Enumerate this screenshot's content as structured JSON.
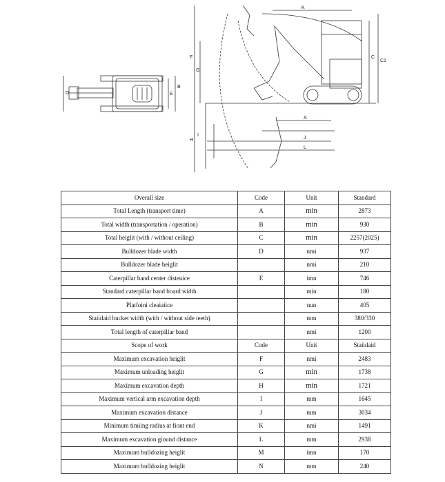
{
  "diagram": {
    "dimension_letters": [
      "K",
      "F",
      "G",
      "H",
      "I",
      "C",
      "C1",
      "A",
      "J",
      "L",
      "D",
      "B",
      "E"
    ]
  },
  "table": {
    "sections": [
      {
        "header": [
          "Overall size",
          "Code",
          "Unit",
          "Standard"
        ],
        "rows": [
          {
            "name": "Total Length (transport time)",
            "code": "A",
            "unit": "min",
            "unit_big": true,
            "value": "2873"
          },
          {
            "name": "Total width (transportation / operation)",
            "code": "B",
            "unit": "min",
            "unit_big": true,
            "value": "930"
          },
          {
            "name": "Total heiglit (with / without ceiling)",
            "code": "C",
            "unit": "min",
            "unit_big": true,
            "value": "2257(2025)"
          },
          {
            "name": "Bulldozer blade width",
            "code": "D",
            "unit": "nmi",
            "unit_big": false,
            "value": "937"
          },
          {
            "name": "Bulldozer blade heiglit",
            "code": "",
            "unit": "nmi",
            "unit_big": false,
            "value": "210"
          },
          {
            "name": "Caterpillar band center disteuice",
            "code": "E",
            "unit": "imn",
            "unit_big": false,
            "value": "746"
          },
          {
            "name": "Standard caterpillar band board width",
            "code": "",
            "unit": "min",
            "unit_big": false,
            "value": "180"
          },
          {
            "name": "Platfoini cleaiaiice",
            "code": "",
            "unit": "nun",
            "unit_big": false,
            "value": "405"
          },
          {
            "name": "Staiidaid bucket width (with / without side teeth)",
            "code": "",
            "unit": "mm",
            "unit_big": false,
            "value": "380/330"
          },
          {
            "name": "Total length of caterpillar band",
            "code": "",
            "unit": "nmi",
            "unit_big": false,
            "value": "1200"
          }
        ]
      },
      {
        "header": [
          "Scope of work",
          "Code",
          "Unit",
          "Staiidaid"
        ],
        "rows": [
          {
            "name": "Maximum excavation heiglit",
            "code": "F",
            "unit": "nmi",
            "unit_big": false,
            "value": "2483"
          },
          {
            "name": "Maximum unloading heiglit",
            "code": "G",
            "unit": "min",
            "unit_big": true,
            "value": "1738"
          },
          {
            "name": "Maximum excavation depth",
            "code": "H",
            "unit": "min",
            "unit_big": true,
            "value": "1721"
          },
          {
            "name": "Maximum vertical arm excavation depth",
            "code": "I",
            "unit": "mm",
            "unit_big": false,
            "value": "1645"
          },
          {
            "name": "Maximum excavation distance",
            "code": "J",
            "unit": "mm",
            "unit_big": false,
            "value": "3034"
          },
          {
            "name": "Minimum timiing radius at fiont end",
            "code": "K",
            "unit": "nmi",
            "unit_big": false,
            "value": "1491"
          },
          {
            "name": "Maximum excavation giound distance",
            "code": "L",
            "unit": "mm",
            "unit_big": false,
            "value": "2938"
          },
          {
            "name": "Maximum bulldozing heiglit",
            "code": "M",
            "unit": "imn",
            "unit_big": false,
            "value": "170"
          },
          {
            "name": "Maximum bulldozing heiglit",
            "code": "N",
            "unit": "mm",
            "unit_big": false,
            "value": "240"
          }
        ]
      }
    ]
  }
}
